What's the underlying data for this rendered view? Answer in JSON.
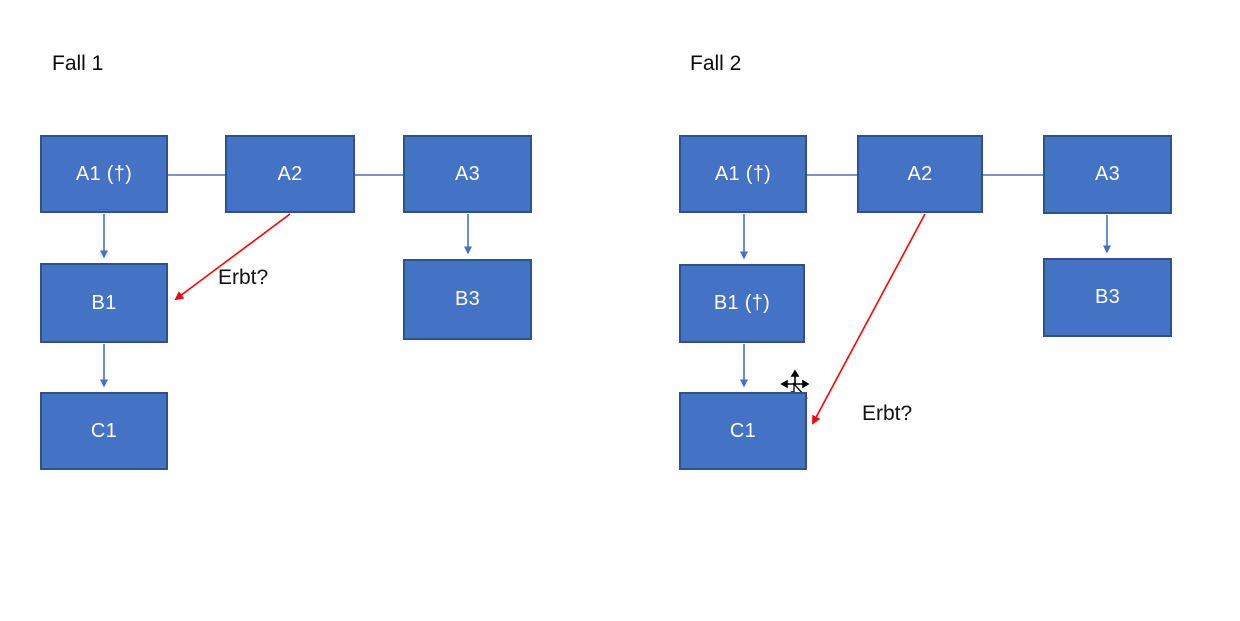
{
  "diagrams": [
    {
      "title": "Fall 1",
      "boxes": [
        {
          "id": "A1",
          "label": "A1 (†)"
        },
        {
          "id": "A2",
          "label": "A2"
        },
        {
          "id": "A3",
          "label": "A3"
        },
        {
          "id": "B1",
          "label": "B1"
        },
        {
          "id": "B3",
          "label": "B3"
        },
        {
          "id": "C1",
          "label": "C1"
        }
      ],
      "annotation": "Erbt?"
    },
    {
      "title": "Fall 2",
      "boxes": [
        {
          "id": "A1",
          "label": "A1 (†)"
        },
        {
          "id": "A2",
          "label": "A2"
        },
        {
          "id": "A3",
          "label": "A3"
        },
        {
          "id": "B1",
          "label": "B1 (†)"
        },
        {
          "id": "B3",
          "label": "B3"
        },
        {
          "id": "C1",
          "label": "C1"
        }
      ],
      "annotation": "Erbt?"
    }
  ],
  "icons": {
    "move_cursor": "move-cursor"
  },
  "colors": {
    "box_fill": "#4472C4",
    "box_border": "#2F528F",
    "box_text": "#FFFFFF",
    "connector_blue": "#4472C4",
    "question_arrow_red": "#FF0000",
    "title_text": "#0A0A0A",
    "background": "#FFFFFF"
  }
}
